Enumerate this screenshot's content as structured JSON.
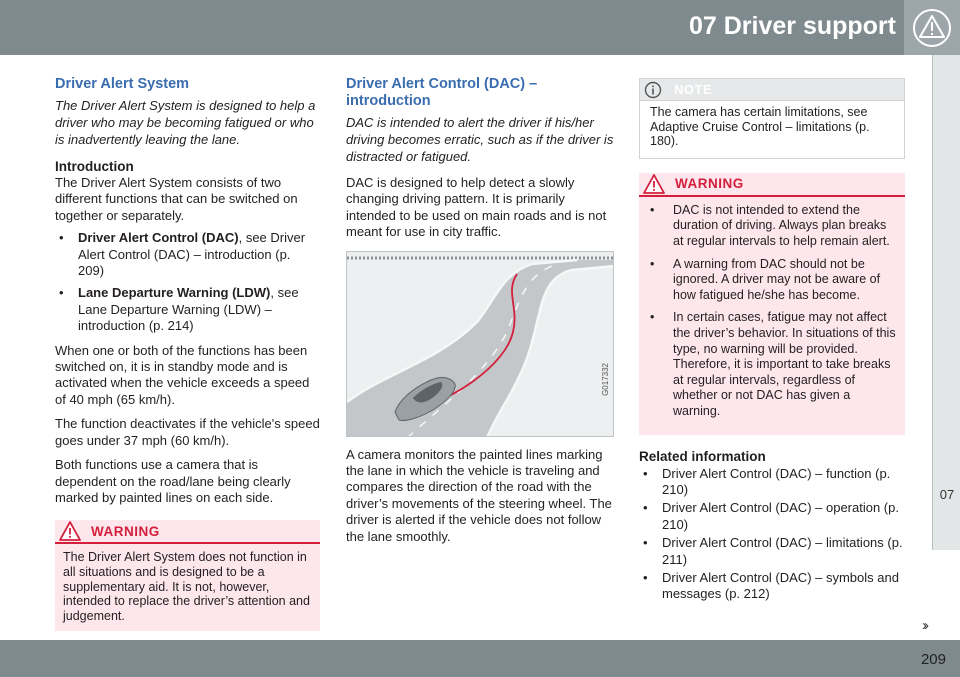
{
  "header": {
    "title": "07 Driver support",
    "badge_icon": "warning-triangle-icon"
  },
  "chapter_tab": {
    "number": "07"
  },
  "footer": {
    "page_number": "209",
    "next_arrows": "››"
  },
  "col1": {
    "title": "Driver Alert System",
    "lead": "The Driver Alert System is designed to help a driver who may be becoming fatigued or who is inadvertently leaving the lane.",
    "intro_heading": "Introduction",
    "intro_text": "The Driver Alert System consists of two different functions that can be switched on together or separately.",
    "functions": [
      {
        "name": "Driver Alert Control (DAC)",
        "rest": ", see Driver Alert Control (DAC) – introduction (p. 209)"
      },
      {
        "name": "Lane Departure Warning (LDW)",
        "rest": ", see Lane Departure Warning (LDW) – introduction (p. 214)"
      }
    ],
    "para1": "When one or both of the functions has been switched on, it is in standby mode and is activated when the vehicle exceeds a speed of 40 mph (65 km/h).",
    "para2": "The function deactivates if the vehicle's speed goes under 37 mph (60 km/h).",
    "para3": "Both functions use a camera that is dependent on the road/lane being clearly marked by painted lines on each side.",
    "warning_title": "WARNING",
    "warning_text": "The Driver Alert System does not function in all situations and is designed to be a supplementary aid. It is not, however, intended to replace the driver’s attention and judgement."
  },
  "col2": {
    "title": "Driver Alert Control (DAC) – introduction",
    "lead": "DAC is intended to alert the driver if his/her driving becomes erratic, such as if the driver is distracted or fatigued.",
    "para1": "DAC is designed to help detect a slowly changing driving pattern. It is primarily intended to be used on main roads and is not meant for use in city traffic.",
    "image_code": "G017332",
    "para2": "A camera monitors the painted lines marking the lane in which the vehicle is traveling and compares the direction of the road with the driver’s movements of the steering wheel. The driver is alerted if the vehicle does not follow the lane smoothly."
  },
  "col3": {
    "note_title": "NOTE",
    "note_text": "The camera has certain limitations, see Adaptive Cruise Control – limitations (p. 180).",
    "warning_title": "WARNING",
    "warning_items": [
      "DAC is not intended to extend the duration of driving. Always plan breaks at regular intervals to help remain alert.",
      "A warning from DAC should not be ignored. A driver may not be aware of how fatigued he/she has become.",
      "In certain cases, fatigue may not affect the driver’s behavior. In situations of this type, no warning will be provided. Therefore, it is important to take breaks at regular intervals, regardless of whether or not DAC has given a warning."
    ],
    "related_title": "Related information",
    "related_items": [
      "Driver Alert Control (DAC) – function (p. 210)",
      "Driver Alert Control (DAC) – operation (p. 210)",
      "Driver Alert Control (DAC) – limitations (p. 211)",
      "Driver Alert Control (DAC) – symbols and messages (p. 212)"
    ]
  },
  "colors": {
    "header": "#7f8a8e",
    "heading_blue": "#3a6db0",
    "warning_red": "#d41f3c",
    "warning_bg": "#fde6ec"
  }
}
